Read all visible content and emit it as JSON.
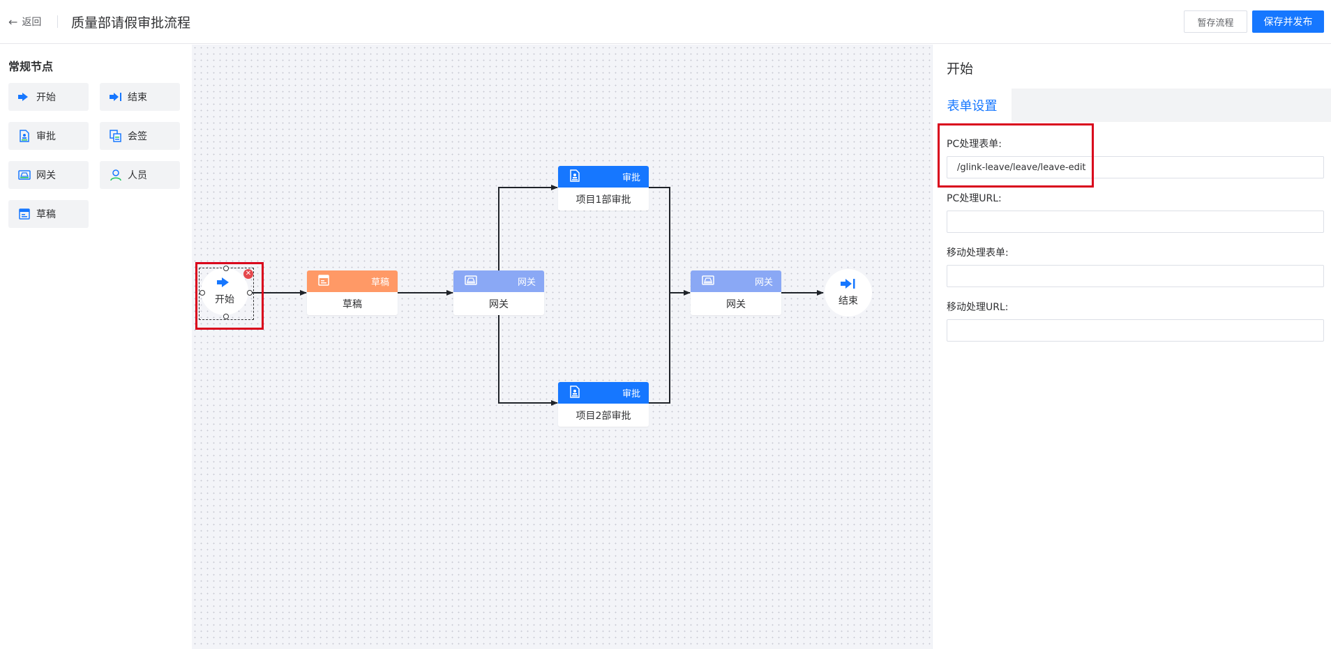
{
  "header": {
    "back_label": "返回",
    "title": "质量部请假审批流程",
    "save_draft_label": "暂存流程",
    "publish_label": "保存并发布"
  },
  "palette": {
    "title": "常规节点",
    "items": [
      {
        "label": "开始",
        "icon": "start-arrow-icon"
      },
      {
        "label": "结束",
        "icon": "end-arrow-icon"
      },
      {
        "label": "审批",
        "icon": "approve-doc-icon"
      },
      {
        "label": "会签",
        "icon": "countersign-icon"
      },
      {
        "label": "网关",
        "icon": "gateway-icon"
      },
      {
        "label": "人员",
        "icon": "person-icon"
      },
      {
        "label": "草稿",
        "icon": "draft-icon"
      }
    ]
  },
  "flow": {
    "start": {
      "label": "开始"
    },
    "draft": {
      "type_label": "草稿",
      "label": "草稿"
    },
    "gateway1": {
      "type_label": "网关",
      "label": "网关"
    },
    "approve1": {
      "type_label": "审批",
      "label": "项目1部审批"
    },
    "approve2": {
      "type_label": "审批",
      "label": "项目2部审批"
    },
    "gateway2": {
      "type_label": "网关",
      "label": "网关"
    },
    "end": {
      "label": "结束"
    }
  },
  "right_panel": {
    "title": "开始",
    "tab_label": "表单设置",
    "pc_form_label": "PC处理表单:",
    "pc_form_value": "/glink-leave/leave/leave-edit",
    "pc_url_label": "PC处理URL:",
    "pc_url_value": "",
    "mobile_form_label": "移动处理表单:",
    "mobile_form_value": "",
    "mobile_url_label": "移动处理URL:",
    "mobile_url_value": ""
  },
  "colors": {
    "primary": "#1677ff",
    "draft": "#ff9966",
    "gateway": "#8aa8f5",
    "highlight": "#d9001b"
  }
}
